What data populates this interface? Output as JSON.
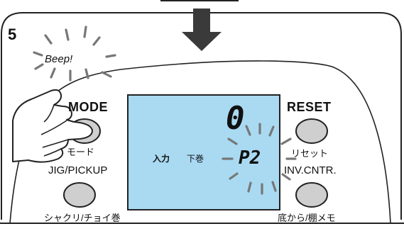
{
  "step_number": "5",
  "beep_label": "Beep",
  "buttons": {
    "mode": {
      "label": "MODE",
      "sublabel": "モード"
    },
    "reset": {
      "label": "RESET",
      "sublabel": "リセット"
    },
    "jig_pickup": {
      "label": "JIG/PICKUP",
      "sublabel": "シャクリ/チョイ巻"
    },
    "inv_cntr": {
      "label": "INV.CNTR.",
      "sublabel": "底から/棚メモ"
    }
  },
  "display": {
    "counter_value": "0",
    "mode_indicator": "P2",
    "left_label": "入力",
    "right_label": "下巻"
  },
  "colors": {
    "lcd_fill": "#a9daf2",
    "button_fill": "#cfcfcf",
    "outline": "#222222",
    "burst": "#777777"
  }
}
